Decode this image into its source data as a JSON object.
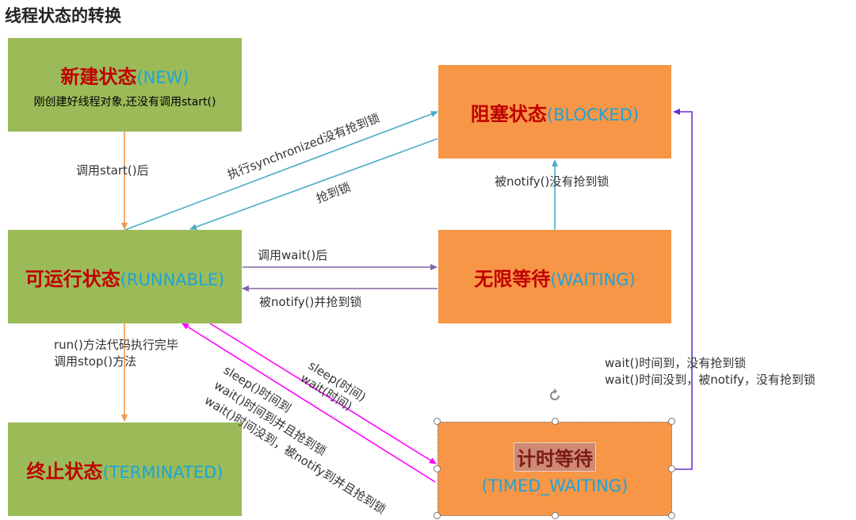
{
  "title": "线程状态的转换",
  "states": {
    "new": {
      "zh": "新建状态",
      "en": "(NEW)",
      "desc": "刚创建好线程对象,还没有调用start()"
    },
    "blocked": {
      "zh": "阻塞状态",
      "en": "(BLOCKED)"
    },
    "runnable": {
      "zh": "可运行状态",
      "en": "(RUNNABLE)"
    },
    "waiting": {
      "zh": "无限等待",
      "en": "(WAITING)"
    },
    "terminated": {
      "zh": "终止状态",
      "en": "(TERMINATED)"
    },
    "timed_waiting": {
      "zh": "计时等待",
      "en": "(TIMED_WAITING)"
    }
  },
  "labels": {
    "new_to_runnable": "调用start()后",
    "sync_no_lock": "执行synchronized没有抢到锁",
    "got_lock": "抢到锁",
    "notify_no_lock": "被notify()没有抢到锁",
    "call_wait": "调用wait()后",
    "notify_and_lock": "被notify()并抢到锁",
    "run_done_1": "run()方法代码执行完毕",
    "run_done_2": "调用stop()方法",
    "timed_to_blocked_1": "wait()时间到，没有抢到锁",
    "timed_to_blocked_2": "wait()时间没到，被notify，没有抢到锁",
    "sleep_time": "sleep(时间)",
    "wait_time": "wait(时间)",
    "back_sleep": "sleep()时间到",
    "back_wait_lock": "wait()时间到并且抢到锁",
    "back_wait_notify": "wait()时间没到，被notify到并且抢到锁"
  },
  "colors": {
    "green": "#9bbb59",
    "orange": "#f79646",
    "title_red": "#c00000",
    "title_blue": "#1fa3d6",
    "arrow_orange": "#f79646",
    "arrow_teal": "#4bacc6",
    "arrow_purple": "#8064a2",
    "arrow_magenta": "#ff00ff",
    "arrow_violet": "#6a2fd6"
  }
}
